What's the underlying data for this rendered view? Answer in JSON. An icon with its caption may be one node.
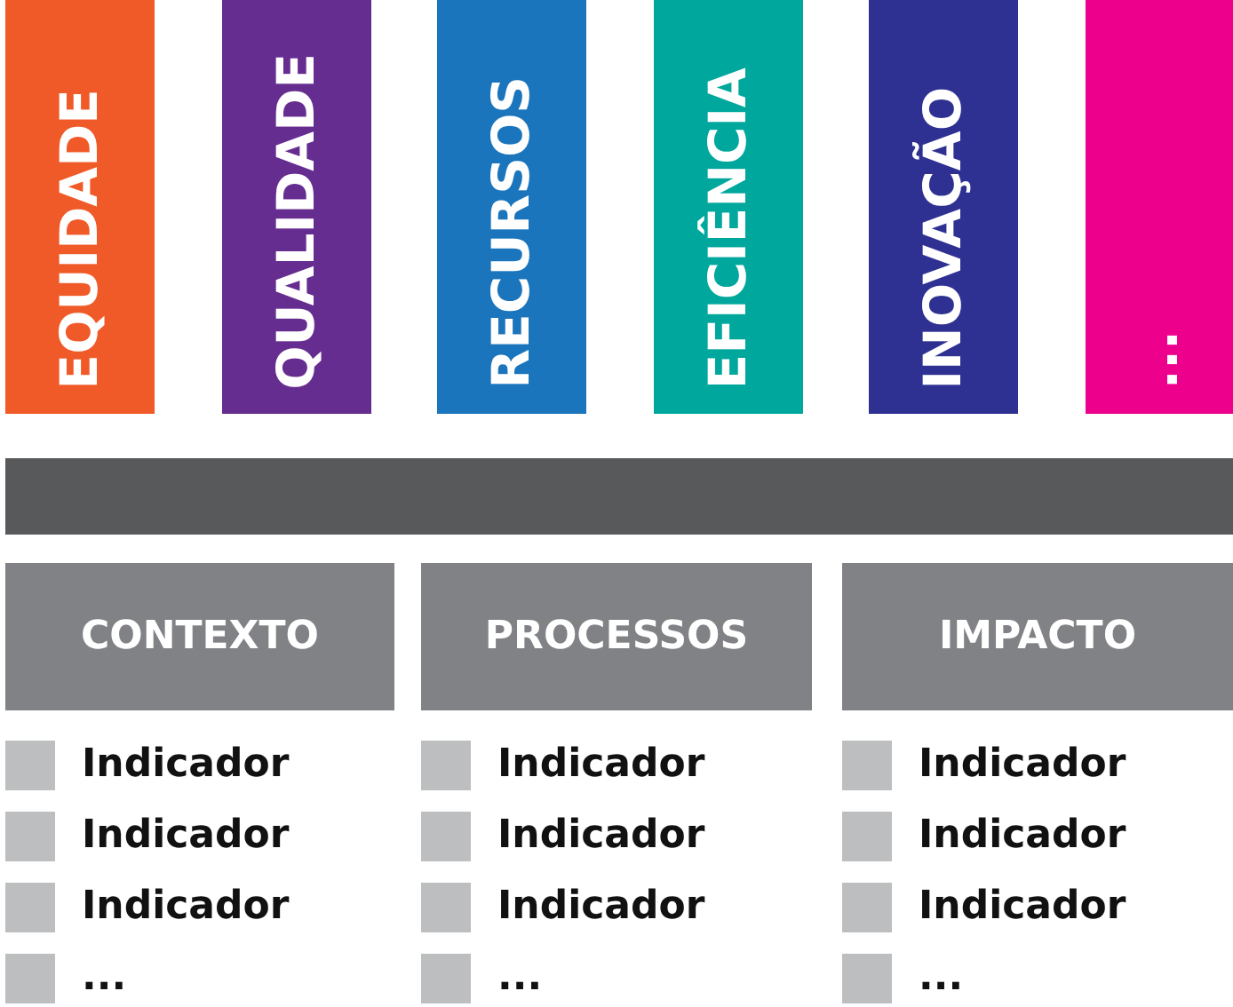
{
  "diagram": {
    "nodes": [
      {
        "text": [
          "EQUIDADE"
        ]
      },
      {
        "text": [
          "QUALIDADE"
        ]
      },
      {
        "text": [
          "RECURSOS"
        ]
      },
      {
        "text": [
          "EFICIÊNCIA"
        ]
      },
      {
        "text": [
          "INOVAÇÃO"
        ]
      },
      {
        "text": [
          "..."
        ]
      },
      {
        "text": [],
        "shape": "bar"
      },
      {
        "text": [
          "CONTEXTO"
        ]
      },
      {
        "text": [
          "PROCESSOS"
        ]
      },
      {
        "text": [
          "IMPACTO"
        ]
      }
    ],
    "edges": [],
    "labels": [
      "Indicador",
      "Indicador",
      "Indicador",
      "...",
      "Indicador",
      "Indicador",
      "Indicador",
      "...",
      "Indicador",
      "Indicador",
      "Indicador",
      "..."
    ]
  }
}
